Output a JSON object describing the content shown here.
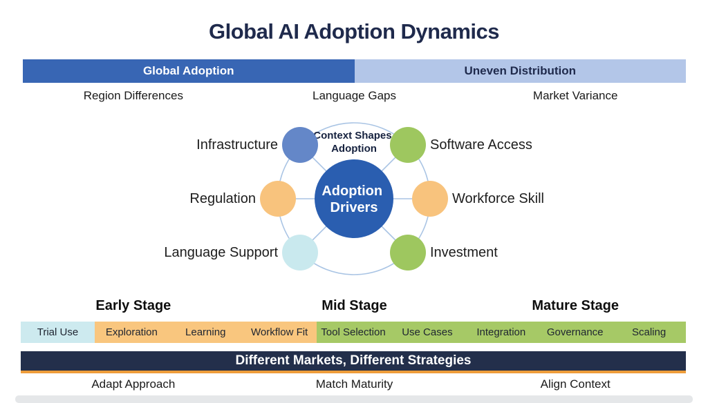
{
  "title": "Global AI Adoption Dynamics",
  "top_bar": {
    "left": {
      "label": "Global Adoption",
      "color": "#3866b4",
      "text_color": "#ffffff"
    },
    "right": {
      "label": "Uneven Distribution",
      "color": "#b3c6e8",
      "text_color": "#1f2a4c"
    }
  },
  "top_factors": {
    "items": [
      "Region Differences",
      "Language Gaps",
      "Market Variance"
    ]
  },
  "hub": {
    "caption": "Context Shapes Adoption",
    "caption_lines": [
      "Context Shapes",
      "Adoption"
    ],
    "center_label": "Adoption Drivers",
    "center_lines": [
      "Adoption",
      "Drivers"
    ],
    "center_color": "#2a5eb0",
    "ring_color": "#a9c4e4",
    "nodes": [
      {
        "label": "Infrastructure",
        "color": "#6487c8"
      },
      {
        "label": "Software Access",
        "color": "#9ec75f"
      },
      {
        "label": "Regulation",
        "color": "#f8c37d"
      },
      {
        "label": "Workforce Skill",
        "color": "#f8c37d"
      },
      {
        "label": "Language Support",
        "color": "#c9e9ee"
      },
      {
        "label": "Investment",
        "color": "#9ec75f"
      }
    ]
  },
  "stages": {
    "headers": [
      "Early Stage",
      "Mid Stage",
      "Mature Stage"
    ],
    "cells": [
      {
        "label": "Trial Use",
        "color": "#cdeaef"
      },
      {
        "label": "Exploration",
        "color": "#f9c67e"
      },
      {
        "label": "Learning",
        "color": "#f9c67e"
      },
      {
        "label": "Workflow Fit",
        "color": "#f9c67e"
      },
      {
        "label": "Tool Selection",
        "color": "#a6c966"
      },
      {
        "label": "Use Cases",
        "color": "#a6c966"
      },
      {
        "label": "Integration",
        "color": "#a6c966"
      },
      {
        "label": "Governance",
        "color": "#a6c966"
      },
      {
        "label": "Scaling",
        "color": "#a6c966"
      }
    ]
  },
  "banner": {
    "label": "Different Markets, Different Strategies",
    "bg_color": "#232f4b",
    "accent_color": "#ee9d3b"
  },
  "footer_factors": {
    "items": [
      "Adapt Approach",
      "Match Maturity",
      "Align Context"
    ]
  }
}
